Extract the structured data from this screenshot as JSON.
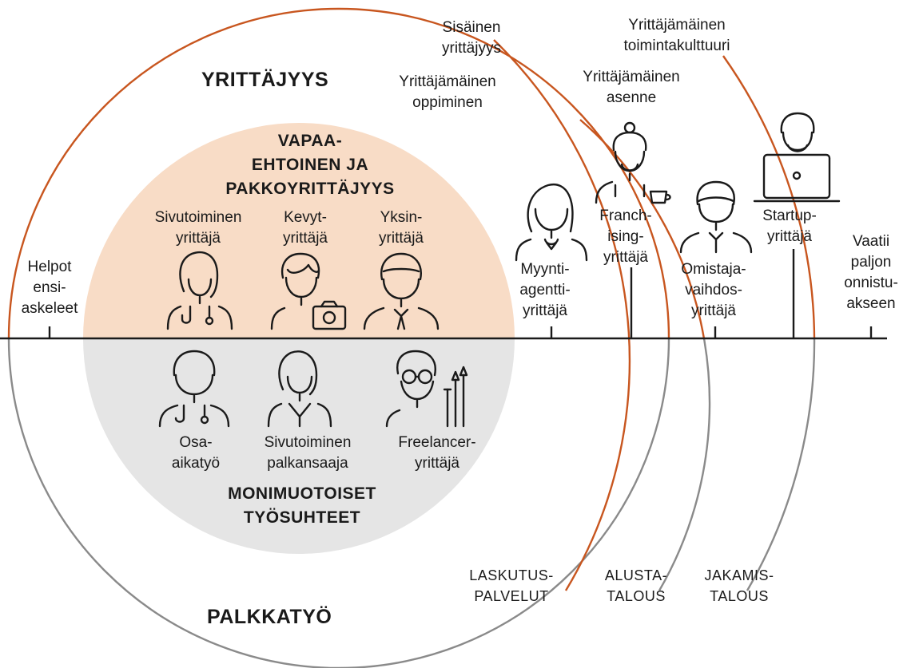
{
  "colors": {
    "accent": "#c8561f",
    "peach": "#f8dcc6",
    "gray_fill": "#e5e5e5",
    "gray_line": "#8a8a8a"
  },
  "regions": {
    "yrittajyys": "YRITTÄJYYS",
    "palkkatyo": "PALKKATYÖ",
    "vapaa": [
      "VAPAA-",
      "EHTOINEN JA",
      "PAKKOYRITTÄJYYS"
    ],
    "monimuotoiset": [
      "MONIMUOTOISET",
      "TYÖSUHTEET"
    ]
  },
  "culture": {
    "sisainen": [
      "Sisäinen",
      "yrittäjyys"
    ],
    "toimintakulttuuri": [
      "Yrittäjämäinen",
      "toimintakulttuuri"
    ],
    "oppiminen": [
      "Yrittäjämäinen",
      "oppiminen"
    ],
    "asenne": [
      "Yrittäjämäinen",
      "asenne"
    ]
  },
  "axis": {
    "start": [
      "Helpot",
      "ensi-",
      "askeleet"
    ],
    "end": [
      "Vaatii",
      "paljon",
      "onnistu-",
      "akseen"
    ]
  },
  "inner_top": [
    {
      "icon": "woman-doctor-icon",
      "label": [
        "Sivutoiminen",
        "yrittäjä"
      ]
    },
    {
      "icon": "photographer-icon",
      "label": [
        "Kevyt-",
        "yrittäjä"
      ]
    },
    {
      "icon": "man-tie-icon",
      "label": [
        "Yksin-",
        "yrittäjä"
      ]
    }
  ],
  "inner_bottom": [
    {
      "icon": "man-doctor-icon",
      "label": [
        "Osa-",
        "aikatyö"
      ]
    },
    {
      "icon": "woman-employee-icon",
      "label": [
        "Sivutoiminen",
        "palkansaaja"
      ]
    },
    {
      "icon": "artist-glasses-icon",
      "label": [
        "Freelancer-",
        "yrittäjä"
      ]
    }
  ],
  "entrepreneurs": [
    {
      "icon": "sales-agent-icon",
      "label": [
        "Myynti-",
        "agentti-",
        "yrittäjä"
      ]
    },
    {
      "icon": "barista-icon",
      "label": [
        "Franch-",
        "ising-",
        "yrittäjä"
      ]
    },
    {
      "icon": "business-owner-icon",
      "label": [
        "Omistaja-",
        "vaihdos-",
        "yrittäjä"
      ]
    },
    {
      "icon": "laptop-founder-icon",
      "label": [
        "Startup-",
        "yrittäjä"
      ]
    }
  ],
  "economy": {
    "laskutus": [
      "LASKUTUS-",
      "PALVELUT"
    ],
    "alusta": [
      "ALUSTA-",
      "TALOUS"
    ],
    "jakamis": [
      "JAKAMIS-",
      "TALOUS"
    ]
  }
}
